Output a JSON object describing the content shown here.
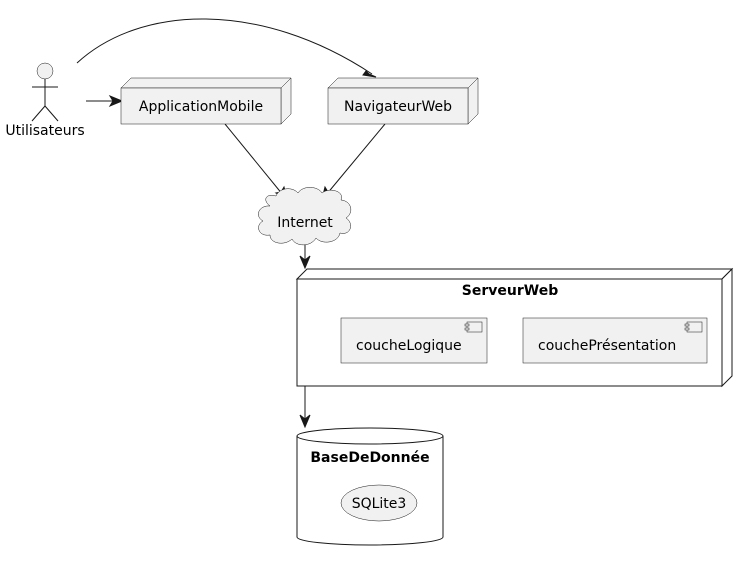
{
  "nodes": {
    "actor": {
      "label": "Utilisateurs"
    },
    "app_mobile": {
      "label": "ApplicationMobile"
    },
    "navigateur": {
      "label": "NavigateurWeb"
    },
    "internet": {
      "label": "Internet"
    },
    "serveur": {
      "label": "ServeurWeb",
      "components": [
        {
          "label": "coucheLogique"
        },
        {
          "label": "couchePrésentation"
        }
      ]
    },
    "database": {
      "label": "BaseDeDonnée",
      "usecase": {
        "label": "SQLite3"
      }
    }
  },
  "edges": [
    {
      "from": "Utilisateurs",
      "to": "NavigateurWeb"
    },
    {
      "from": "Utilisateurs",
      "to": "ApplicationMobile"
    },
    {
      "from": "ApplicationMobile",
      "to": "Internet"
    },
    {
      "from": "NavigateurWeb",
      "to": "Internet"
    },
    {
      "from": "Internet",
      "to": "ServeurWeb"
    },
    {
      "from": "ServeurWeb",
      "to": "BaseDeDonnée"
    }
  ]
}
